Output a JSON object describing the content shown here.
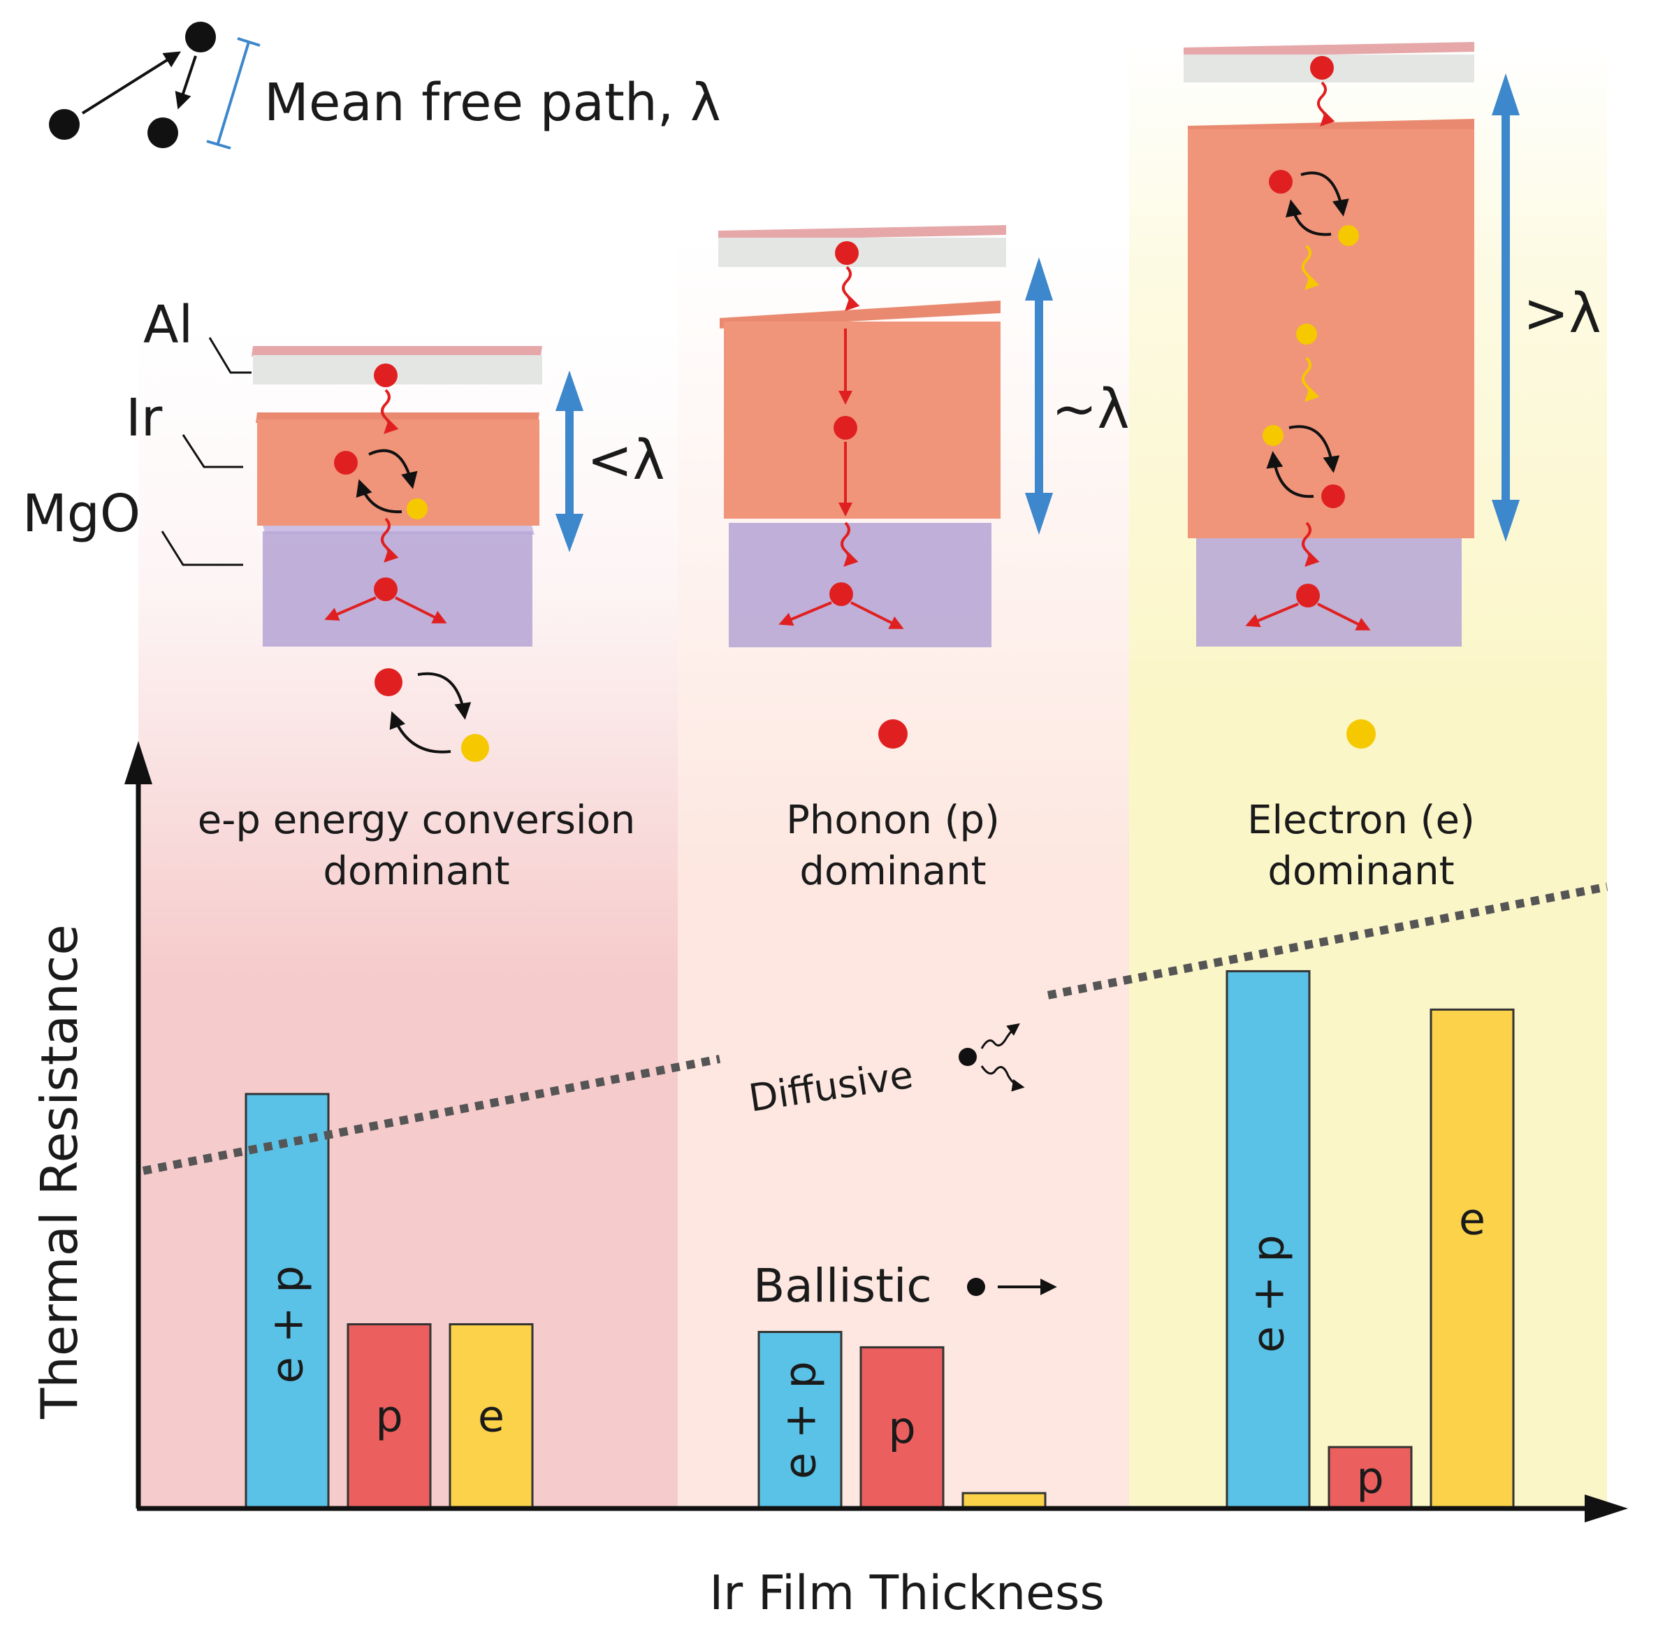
{
  "legend": {
    "mean_free_path_label": "Mean free path, λ"
  },
  "layers": {
    "al_label": "Al",
    "ir_label": "Ir",
    "mgo_label": "MgO"
  },
  "thickness_labels": {
    "thin": "<λ",
    "medium": "~λ",
    "thick": ">λ"
  },
  "regions": [
    {
      "line1": "e-p energy conversion",
      "line2": "dominant"
    },
    {
      "line1": "Phonon (p)",
      "line2": "dominant"
    },
    {
      "line1": "Electron (e)",
      "line2": "dominant"
    }
  ],
  "regime_labels": {
    "diffusive": "Diffusive",
    "ballistic": "Ballistic"
  },
  "axes": {
    "ylabel": "Thermal Resistance",
    "xlabel": "Ir Film Thickness"
  },
  "chart_data": {
    "type": "bar",
    "categories": [
      "<λ",
      "~λ",
      ">λ"
    ],
    "series": [
      {
        "name": "e + p",
        "color": "#5bc2e7",
        "values": [
          54,
          23,
          70
        ]
      },
      {
        "name": "p",
        "color": "#ec5f5f",
        "values": [
          24,
          21,
          8
        ]
      },
      {
        "name": "e",
        "color": "#fbd24a",
        "values": [
          24,
          2,
          65
        ]
      }
    ],
    "diffusive_trend": {
      "x": [
        0,
        1
      ],
      "y": [
        44,
        81
      ]
    },
    "ylim": [
      0,
      100
    ]
  },
  "colors": {
    "region_thin": "#f6cbcb",
    "region_medium": "#fde7e0",
    "region_thick": "#fbf6c8",
    "phonon": "#e02020",
    "electron": "#f5c800",
    "arrow_blue": "#3d87cc",
    "ir_block": "#f0957a",
    "al_block": "#e4e6e4",
    "mgo_block": "#b9a8d6"
  }
}
